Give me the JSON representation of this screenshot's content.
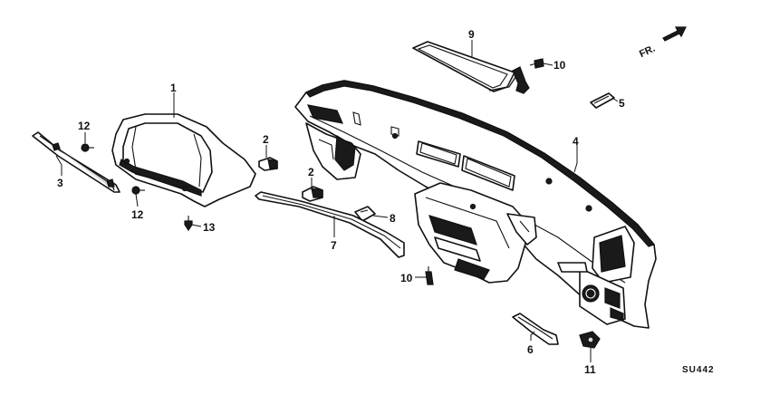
{
  "diagram": {
    "callouts": {
      "c1": "1",
      "c2a": "2",
      "c2b": "2",
      "c3": "3",
      "c4": "4",
      "c5": "5",
      "c6": "6",
      "c7": "7",
      "c8": "8",
      "c9": "9",
      "c10a": "10",
      "c10b": "10",
      "c11": "11",
      "c12a": "12",
      "c12b": "12",
      "c13": "13"
    },
    "direction_label": "FR.",
    "diagram_code": "SU442"
  }
}
